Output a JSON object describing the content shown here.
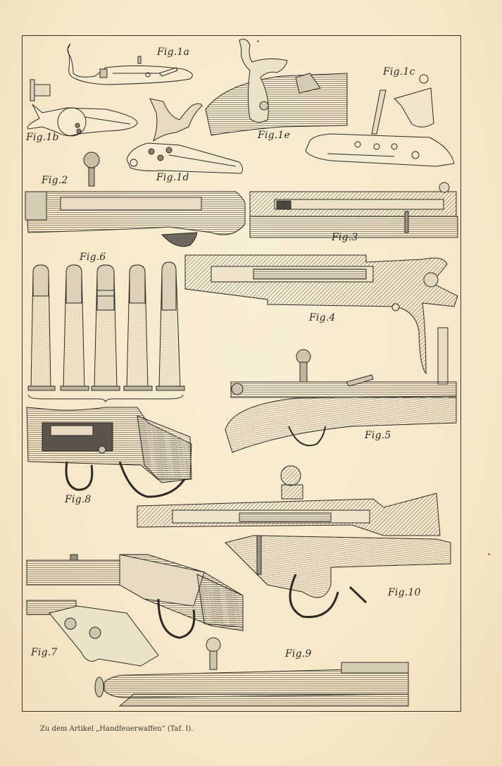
{
  "plate": {
    "caption": "Zu dem Artikel „Handfeuerwaffen“ (Taf. I).",
    "colors": {
      "paper": "#f7ebcf",
      "ink": "#2d2a25",
      "frame": "#3a342c"
    }
  },
  "figures": [
    {
      "id": "fig1a",
      "label": "Fig.1a",
      "subject": "lock-plate"
    },
    {
      "id": "fig1b",
      "label": "Fig.1b",
      "subject": "lock-mechanism"
    },
    {
      "id": "fig1c",
      "label": "Fig.1c",
      "subject": "flintlock-mechanism"
    },
    {
      "id": "fig1d",
      "label": "Fig.1d",
      "subject": "lock-with-hammer"
    },
    {
      "id": "fig1e",
      "label": "Fig.1e",
      "subject": "percussion-lock-on-stock"
    },
    {
      "id": "fig2",
      "label": "Fig.2",
      "subject": "bolt-action-receiver"
    },
    {
      "id": "fig3",
      "label": "Fig.3",
      "subject": "breech-cross-section"
    },
    {
      "id": "fig4",
      "label": "Fig.4",
      "subject": "bolt-cross-section-with-trigger"
    },
    {
      "id": "fig5",
      "label": "Fig.5",
      "subject": "rifle-receiver-with-stock"
    },
    {
      "id": "fig6",
      "label": "Fig.6",
      "subject": "cartridges",
      "count": 5
    },
    {
      "id": "fig7",
      "label": "Fig.7",
      "subject": "rolling-block-mechanism"
    },
    {
      "id": "fig8",
      "label": "Fig.8",
      "subject": "falling-block-action"
    },
    {
      "id": "fig9",
      "label": "Fig.9",
      "subject": "bolt-action-with-sight"
    },
    {
      "id": "fig10",
      "label": "Fig.10",
      "subject": "bolt-section-with-trigger-guard"
    }
  ]
}
